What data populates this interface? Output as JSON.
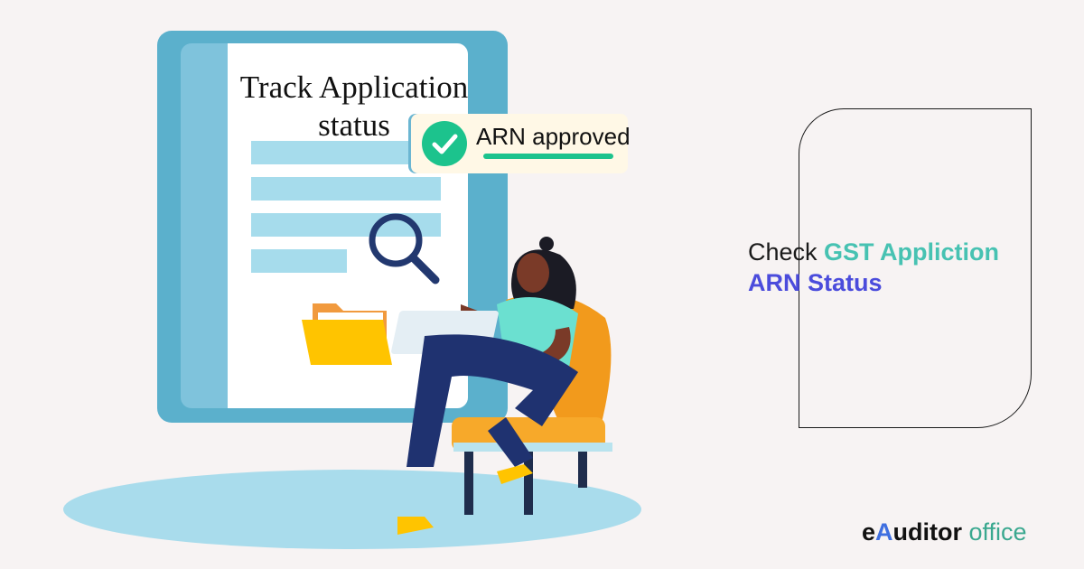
{
  "document": {
    "title_line1": "Track Application",
    "title_line2": "status"
  },
  "badge": {
    "label": "ARN approved",
    "icon": "check-circle-icon"
  },
  "headline": {
    "prefix": "Check ",
    "highlight1": "GST Appliction",
    "highlight2": "ARN Status"
  },
  "logo": {
    "part1": "e",
    "part2": "A",
    "part3": "uditor",
    "part4": " office"
  },
  "colors": {
    "background": "#f7f3f3",
    "accent_teal": "#47c2b2",
    "accent_indigo": "#4b4cdc",
    "check_green": "#1cc38d",
    "tablet_blue": "#5bb0cc"
  }
}
